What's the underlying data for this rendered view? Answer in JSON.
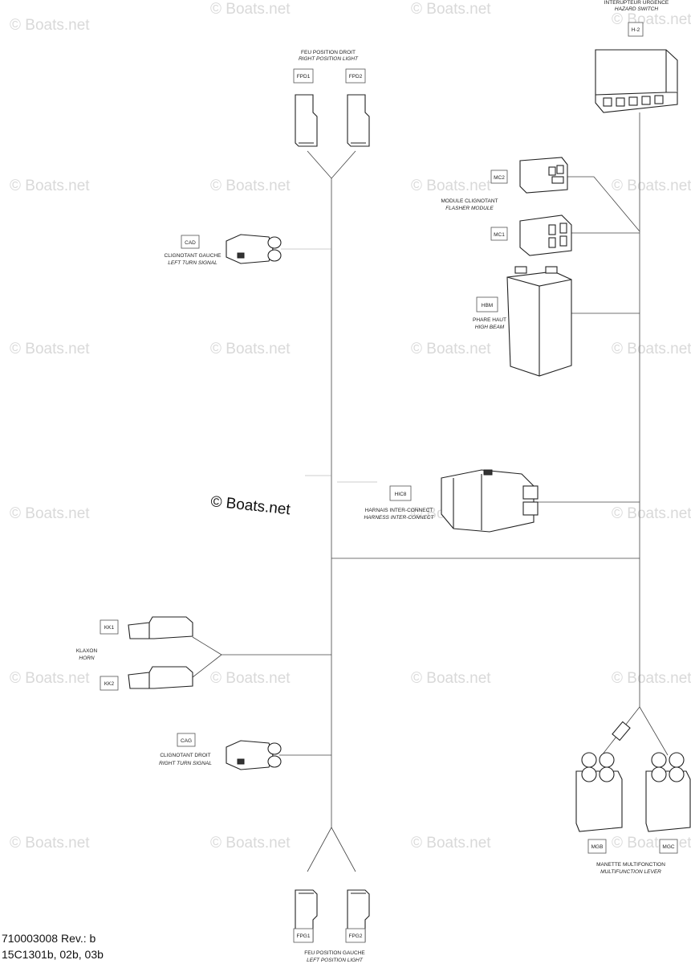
{
  "watermark": {
    "text": "© Boats.net"
  },
  "components": {
    "hazard_switch": {
      "code": "H-2",
      "label_fr": "INTERUPTEUR URGENCE",
      "label_en": "HAZARD SWITCH"
    },
    "right_position_light": {
      "codes": [
        "FPD1",
        "FPD2"
      ],
      "label_fr": "FEU POSITION DROIT",
      "label_en": "RIGHT POSITION LIGHT"
    },
    "flasher_module": {
      "codes": [
        "MC2",
        "MC1"
      ],
      "label_fr": "MODULE CLIGNOTANT",
      "label_en": "FLASHER MODULE"
    },
    "left_turn_signal": {
      "code": "CAD",
      "label_fr": "CLIGNOTANT GAUCHE",
      "label_en": "LEFT TURN SIGNAL"
    },
    "high_beam": {
      "code": "HBM",
      "label_fr": "PHARE HAUT",
      "label_en": "HIGH BEAM"
    },
    "harness_interconnect": {
      "code": "HIC8",
      "label_fr": "HARNAIS INTER-CONNECT",
      "label_en": "HARNESS INTER-CONNECT"
    },
    "horn": {
      "codes": [
        "KK1",
        "KK2"
      ],
      "label_fr": "KLAXON",
      "label_en": "HORN"
    },
    "right_turn_signal": {
      "code": "CAG",
      "label_fr": "CLIGNOTANT DROIT",
      "label_en": "RIGHT TURN SIGNAL"
    },
    "multifunction_lever": {
      "codes": [
        "MGB",
        "MGC"
      ],
      "label_fr": "MANETTE MULTIFONCTION",
      "label_en": "MULTIFUNCTION LEVER"
    },
    "left_position_light": {
      "codes": [
        "FPG1",
        "FPG2"
      ],
      "label_fr": "FEU POSITION GAUCHE",
      "label_en": "LEFT POSITION LIGHT"
    }
  },
  "footer": {
    "part_number": "710003008 Rev.: b",
    "ref": "15C1301b, 02b, 03b"
  }
}
